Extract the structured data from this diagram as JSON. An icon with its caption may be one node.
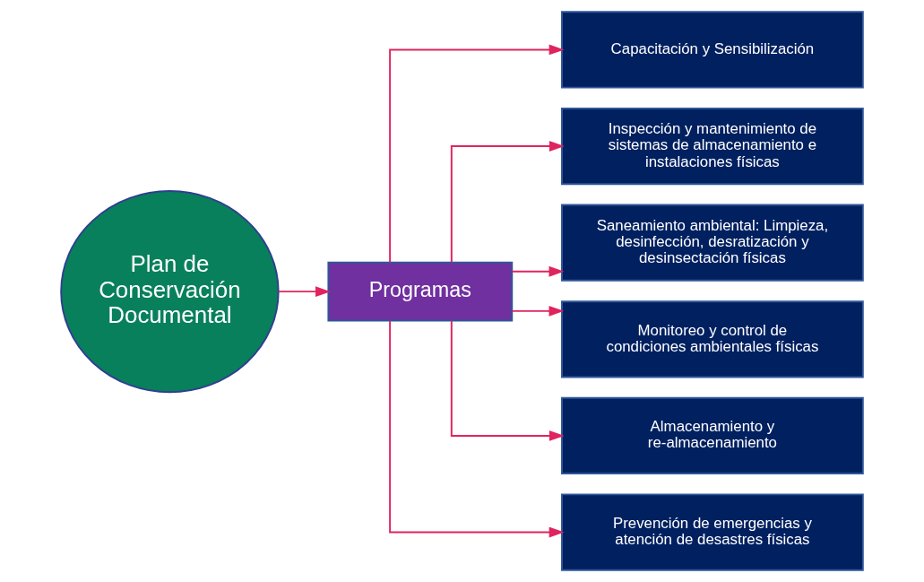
{
  "diagram": {
    "nodes": [
      {
        "text": [
          "Plan de Conservación Documental"
        ]
      },
      {
        "text": [
          "Programas"
        ]
      },
      {
        "text": [
          "Capacitación y Sensibilización"
        ]
      },
      {
        "text": [
          "Inspección y mantenimiento de sistemas de almacenamiento e instalaciones físicas"
        ]
      },
      {
        "text": [
          "Saneamiento ambiental: Limpieza, desinfección, desratización y desinsectación físicas"
        ]
      },
      {
        "text": [
          "Monitoreo y control de condiciones ambientales físicas"
        ]
      },
      {
        "text": [
          "Almacenamiento y re-almacenamiento"
        ]
      },
      {
        "text": [
          "Prevención de emergencias y atención de desastres físicas"
        ]
      }
    ],
    "edges": [
      {
        "from": 0,
        "to": 1,
        "arrow": "to"
      },
      {
        "from": 1,
        "to": 2,
        "arrow": "to"
      },
      {
        "from": 1,
        "to": 3,
        "arrow": "to"
      },
      {
        "from": 1,
        "to": 4,
        "arrow": "to"
      },
      {
        "from": 1,
        "to": 5,
        "arrow": "to"
      },
      {
        "from": 1,
        "to": 6,
        "arrow": "to"
      },
      {
        "from": 1,
        "to": 7,
        "arrow": "to"
      }
    ]
  }
}
